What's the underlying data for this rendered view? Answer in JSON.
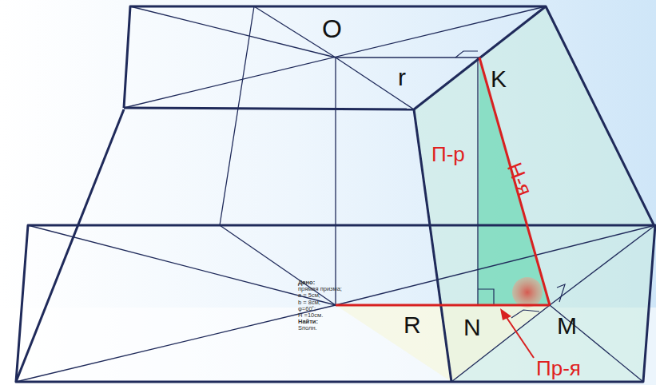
{
  "diagram": {
    "labels": [
      "O",
      "r",
      "K",
      "П-р",
      "Н-я",
      "R",
      "N",
      "M",
      "Пр-я",
      "Дано:",
      "прямая призма;",
      "a = 5см;",
      "b = 8см;",
      "φ=60˚;",
      "H =10см.",
      "Найти:",
      "Sполн."
    ]
  }
}
